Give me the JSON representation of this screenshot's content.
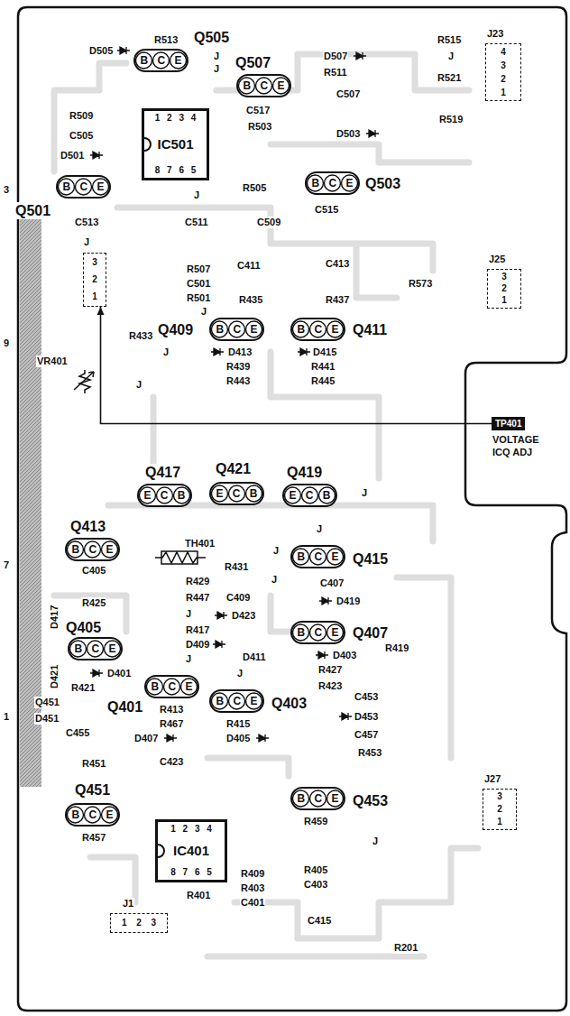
{
  "diagram": {
    "nodes": [
      {
        "text": [
          "Q505",
          "B C E"
        ]
      },
      {
        "text": [
          "Q507",
          "B C E"
        ]
      },
      {
        "text": [
          "1 2 3 4",
          "IC501",
          "8 7 6 5"
        ]
      },
      {
        "text": [
          "J23",
          "4",
          "3",
          "2",
          "1"
        ]
      },
      {
        "text": [
          "Q501",
          "B C E"
        ]
      },
      {
        "text": [
          "Q503",
          "B C E"
        ]
      },
      {
        "text": [
          "3",
          "2",
          "1"
        ]
      },
      {
        "text": [
          "J25",
          "3",
          "2",
          "1"
        ]
      },
      {
        "text": [
          "Q409",
          "B C E"
        ]
      },
      {
        "text": [
          "Q411",
          "B C E"
        ]
      },
      {
        "text": [
          "TP401"
        ]
      },
      {
        "text": [
          "Q417",
          "E C B"
        ]
      },
      {
        "text": [
          "Q421",
          "E C B"
        ]
      },
      {
        "text": [
          "Q419",
          "E C B"
        ]
      },
      {
        "text": [
          "Q413",
          "B C E"
        ]
      },
      {
        "text": [
          "Q415",
          "B C E"
        ]
      },
      {
        "text": [
          "Q405",
          "B C E"
        ]
      },
      {
        "text": [
          "Q407",
          "B C E"
        ]
      },
      {
        "text": [
          "Q401",
          "B C E"
        ]
      },
      {
        "text": [
          "Q403",
          "B C E"
        ]
      },
      {
        "text": [
          "Q451",
          "B C E"
        ]
      },
      {
        "text": [
          "Q453",
          "B C E"
        ]
      },
      {
        "text": [
          "1 2 3 4",
          "IC401",
          "8 7 6 5"
        ]
      },
      {
        "text": [
          "J27",
          "3",
          "2",
          "1"
        ]
      },
      {
        "text": [
          "J1",
          "1 2 3"
        ]
      }
    ],
    "edges": [
      {
        "from": 10,
        "to": 6,
        "arrow": "to"
      }
    ],
    "labels": [
      "3",
      "D505",
      "R513",
      "J",
      "J",
      "D507",
      "R511",
      "R515",
      "J",
      "R521",
      "C507",
      "R509",
      "C505",
      "R519",
      "C517",
      "R503",
      "D503",
      "D501",
      "R505",
      "J",
      "C515",
      "C513",
      "C511",
      "C509",
      "J",
      "C411",
      "C413",
      "R507",
      "C501",
      "R501",
      "R573",
      "R435",
      "R437",
      "J",
      "R433",
      "9",
      "J",
      "D413",
      "D415",
      "VR401",
      "R439",
      "R441",
      "R443",
      "R445",
      "J",
      "VOLTAGE ICQ ADJ",
      "J",
      "J",
      "TH401",
      "J",
      "7",
      "R431",
      "C405",
      "R429",
      "J",
      "C407",
      "R447",
      "C409",
      "D419",
      "R425",
      "D417",
      "J",
      "D423",
      "R417",
      "D409",
      "R419",
      "D403",
      "D411",
      "J",
      "D421",
      "R427",
      "D401",
      "J",
      "R421",
      "R423",
      "C453",
      "Q451",
      "R413",
      "1",
      "D451",
      "D453",
      "R467",
      "R415",
      "C455",
      "C457",
      "D407",
      "D405",
      "R453",
      "C423",
      "R451",
      "R459",
      "R457",
      "J",
      "R405",
      "R409",
      "C403",
      "R403",
      "R401",
      "C401",
      "C415",
      "R201"
    ]
  }
}
